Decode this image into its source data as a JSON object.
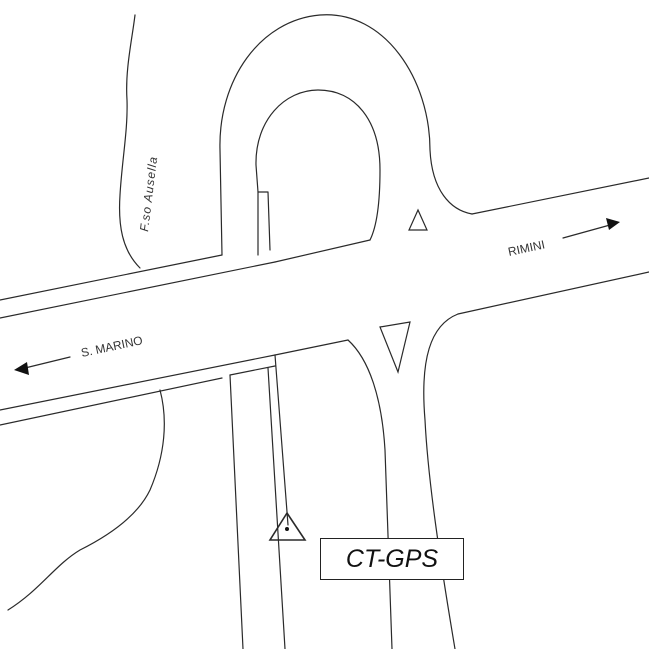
{
  "map": {
    "labels": {
      "river": "F.so Ausella",
      "east_destination": "RIMINI",
      "west_destination": "S. MARINO"
    },
    "station": {
      "name": "CT-GPS",
      "marker": "triangle-with-dot-icon"
    },
    "icons": {
      "east_arrow": "arrow-right-icon",
      "west_arrow": "arrow-left-icon",
      "yield_marks": "triangle-icon"
    },
    "colors": {
      "lines": "#2a2a2a",
      "background": "#ffffff"
    }
  }
}
